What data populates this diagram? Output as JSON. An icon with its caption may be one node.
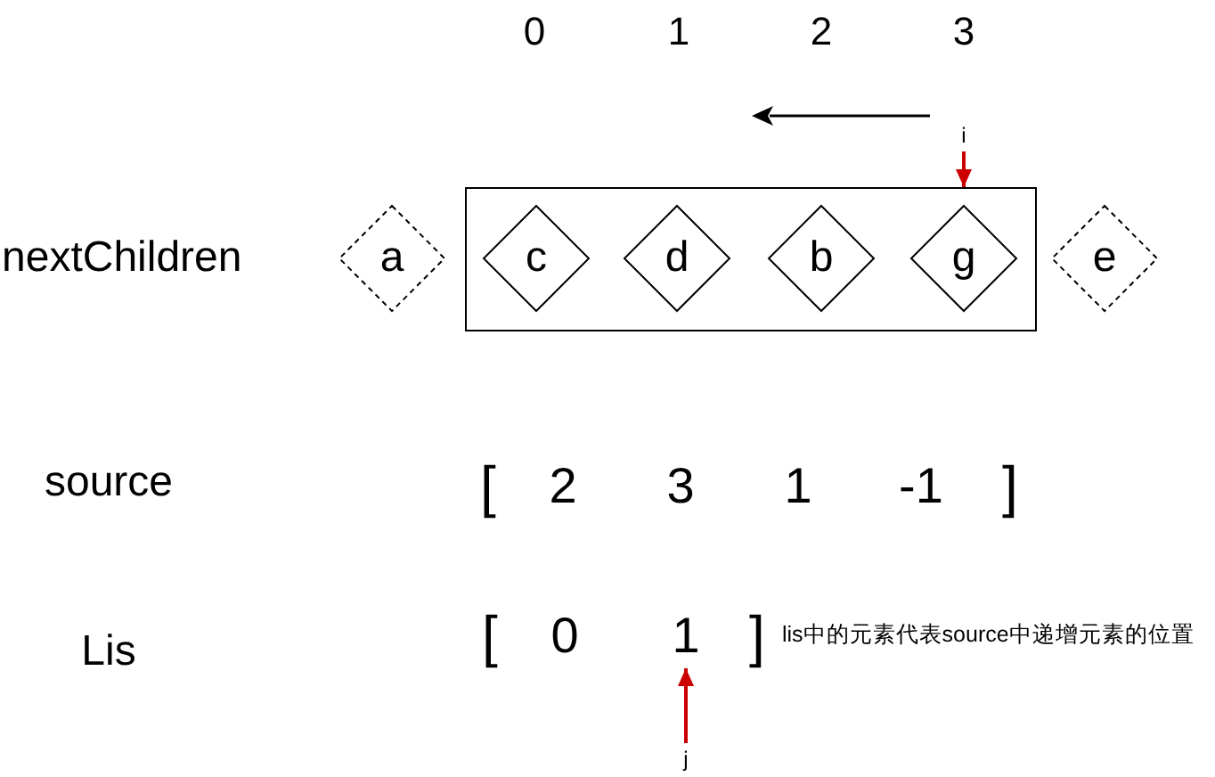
{
  "diagram": {
    "nodes": [
      {
        "text": [
          "i"
        ]
      },
      {
        "text": [
          "a"
        ]
      },
      {
        "text": [],
        "shape": "box"
      },
      {
        "text": [
          "c"
        ],
        "in": 2
      },
      {
        "text": [
          "d"
        ],
        "in": 2
      },
      {
        "text": [
          "b"
        ],
        "in": 2
      },
      {
        "text": [
          "g"
        ],
        "in": 2
      },
      {
        "text": [
          "e"
        ]
      },
      {
        "text": [
          "1"
        ]
      },
      {
        "text": [
          "j"
        ]
      }
    ],
    "edges": [
      {
        "from": 0,
        "to": 2,
        "arrow": "to",
        "color": "#cc0000"
      },
      {
        "from": 9,
        "to": 8,
        "arrow": "to",
        "color": "#cc0000"
      }
    ],
    "labels": [
      "0",
      "1",
      "2",
      "3",
      "nextChildren",
      "source",
      "[",
      "2",
      "3",
      "1",
      "-1",
      "]",
      "Lis",
      "[",
      "0",
      "]",
      "lis中的元素代表source中递增元素的位置"
    ]
  }
}
